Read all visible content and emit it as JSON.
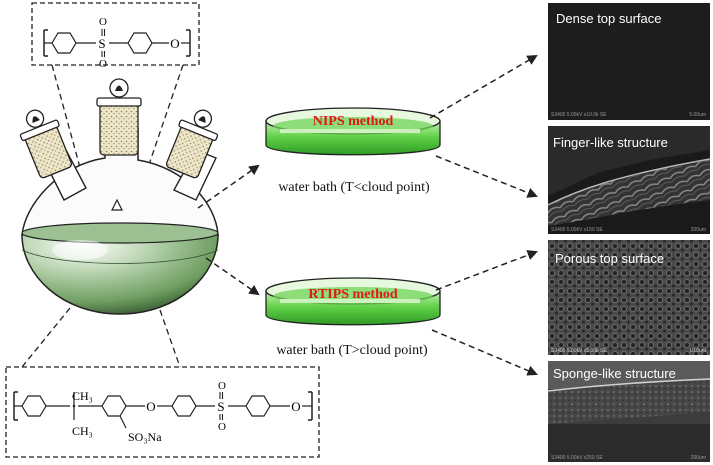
{
  "methods": {
    "nips": {
      "label": "NIPS method",
      "caption": "water bath (T<cloud point)"
    },
    "rtips": {
      "label": "RTIPS method",
      "caption": "water bath (T>cloud point)"
    }
  },
  "micrographs": [
    {
      "title": "Dense top surface",
      "footer": "S3400 5.00kV x10.0k SE",
      "scale": "5.00um"
    },
    {
      "title": "Finger-like structure",
      "footer": "S3400 5.00kV x150 SE",
      "scale": "200um"
    },
    {
      "title": "Porous top surface",
      "footer": "S3400 5.00kV x5.00k SE",
      "scale": "10.0um"
    },
    {
      "title": "Sponge-like structure",
      "footer": "S3400 5.00kV x250 SE",
      "scale": "200um"
    }
  ],
  "polymer_top": {
    "sulfur": "S",
    "oxygen_upper": "O",
    "oxygen_lower": "O",
    "ether": "O"
  },
  "polymer_bottom": {
    "methyl_top": "CH₃",
    "methyl_bottom": "CH₃",
    "ether_1": "O",
    "sulfur": "S",
    "sulfonyl_o_top": "O",
    "sulfonyl_o_bottom": "O",
    "ether_2": "O",
    "sulfonate": "SO₃Na"
  },
  "colors": {
    "solution_green": "#4db83a",
    "method_red": "#e0181c",
    "flask_green": "#6f9f62",
    "sem_dark": "#1e1e1e"
  }
}
